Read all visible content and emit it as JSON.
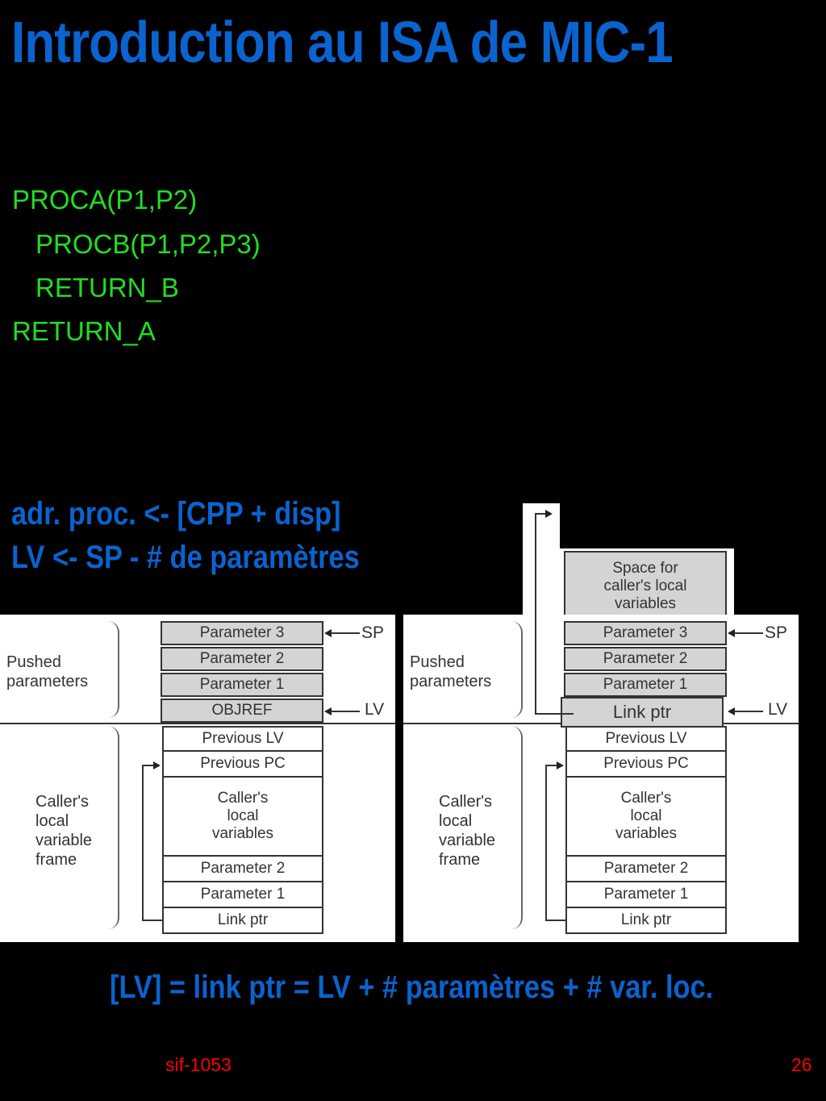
{
  "title": "Introduction au ISA de MIC-1",
  "code_lines": [
    "PROCA(P1,P2)",
    "PROCB(P1,P2,P3)",
    "RETURN_B",
    "RETURN_A"
  ],
  "notes": [
    "adr. proc. <- [CPP + disp]",
    "LV  <- SP - # de paramètres"
  ],
  "formula": "[LV] = link ptr = LV + # paramètres + # var. loc.",
  "footer": {
    "course": "sif-1053",
    "page": "26",
    "course_color": "#ff0000",
    "page_color": "#ff0000"
  },
  "colors": {
    "title": "#0a63cf",
    "code": "#22dd22",
    "background": "#000000"
  },
  "diagram_left": {
    "group_pushed": "Pushed\nparameters",
    "group_caller": "Caller's\nlocal\nvariable\nframe",
    "cells": [
      "Parameter 3",
      "Parameter 2",
      "Parameter 1",
      "OBJREF",
      "Previous LV",
      "Previous PC",
      "Caller's\nlocal\nvariables",
      "Parameter 2",
      "Parameter 1",
      "Link ptr"
    ],
    "sp_label": "SP",
    "lv_label": "LV"
  },
  "diagram_right": {
    "group_pushed": "Pushed\nparameters",
    "group_caller": "Caller's\nlocal\nvariable\nframe",
    "top_cell": "Space for\ncaller's local\nvariables",
    "cells": [
      "Parameter 3",
      "Parameter 2",
      "Parameter 1",
      "Link ptr",
      "Previous LV",
      "Previous PC",
      "Caller's\nlocal\nvariables",
      "Parameter 2",
      "Parameter 1",
      "Link ptr"
    ],
    "sp_label": "SP",
    "lv_label": "LV"
  }
}
